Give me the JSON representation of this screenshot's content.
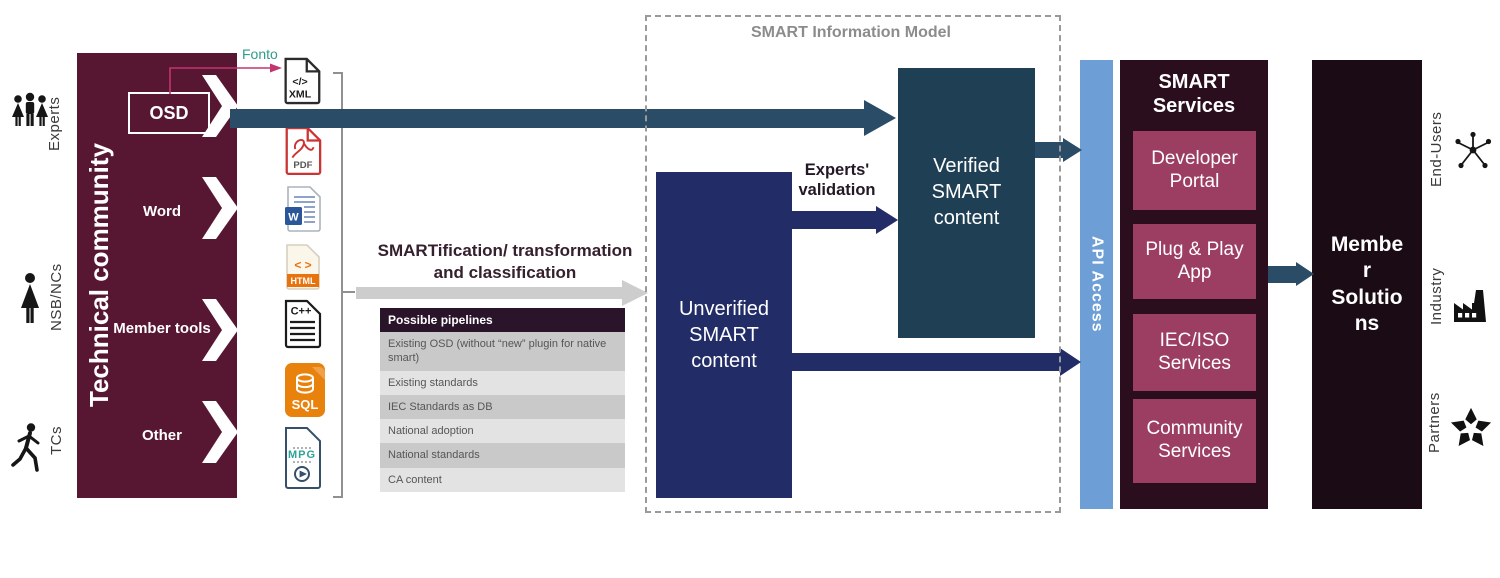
{
  "colors": {
    "maroon": "#571732",
    "teal_arrow": "#2b4c66",
    "navy": "#222c67",
    "verified_teal": "#1f3f54",
    "api_blue": "#6d9ed6",
    "services_bg": "#2a0e1d",
    "service_item": "#9c3e62",
    "member_bg": "#1b0b15",
    "fonto_teal": "#2e9c8c",
    "fonto_arrow_pink": "#c2356f",
    "table_header_bg": "#2a142a",
    "gray_arrow": "#cdcdcd"
  },
  "actors_left": [
    {
      "label": "Experts",
      "icon": "experts-group-icon"
    },
    {
      "label": "NSB/NCs",
      "icon": "person-female-icon"
    },
    {
      "label": "TCs",
      "icon": "person-walking-icon"
    }
  ],
  "technical_community": {
    "title": "Technical community",
    "items": [
      {
        "label": "OSD"
      },
      {
        "label": "Word"
      },
      {
        "label": "Member tools"
      },
      {
        "label": "Other"
      }
    ]
  },
  "fonto": {
    "label": "Fonto"
  },
  "file_formats": [
    {
      "name": "xml",
      "symbol": "</>",
      "label": "XML"
    },
    {
      "name": "pdf",
      "label": "PDF"
    },
    {
      "name": "word",
      "label": "W"
    },
    {
      "name": "html",
      "symbol": "< >",
      "label": "HTML"
    },
    {
      "name": "cpp",
      "label": "C++"
    },
    {
      "name": "sql",
      "label": "SQL"
    },
    {
      "name": "mpg",
      "label": "MPG"
    }
  ],
  "transformation": {
    "line1": "SMARTification/ transformation",
    "line2": "and classification"
  },
  "pipelines": {
    "header": "Possible pipelines",
    "rows": [
      "Existing OSD (without “new” plugin for native smart)",
      "Existing standards",
      "IEC Standards as DB",
      "National adoption",
      "National standards",
      "CA content"
    ]
  },
  "information_model": {
    "title": "SMART Information Model",
    "unverified_box": "Unverified SMART content",
    "verified_box": "Verified SMART content",
    "validation_label": "Experts' validation"
  },
  "api_access": {
    "label": "API Access"
  },
  "smart_services": {
    "title": "SMART Services",
    "items": [
      "Developer Portal",
      "Plug & Play App",
      "IEC/ISO Services",
      "Community Services"
    ]
  },
  "member_solutions": {
    "label": "Member Solutions"
  },
  "actors_right": [
    {
      "label": "End-Users",
      "icon": "network-users-icon"
    },
    {
      "label": "Industry",
      "icon": "factory-icon"
    },
    {
      "label": "Partners",
      "icon": "hands-together-icon"
    }
  ]
}
